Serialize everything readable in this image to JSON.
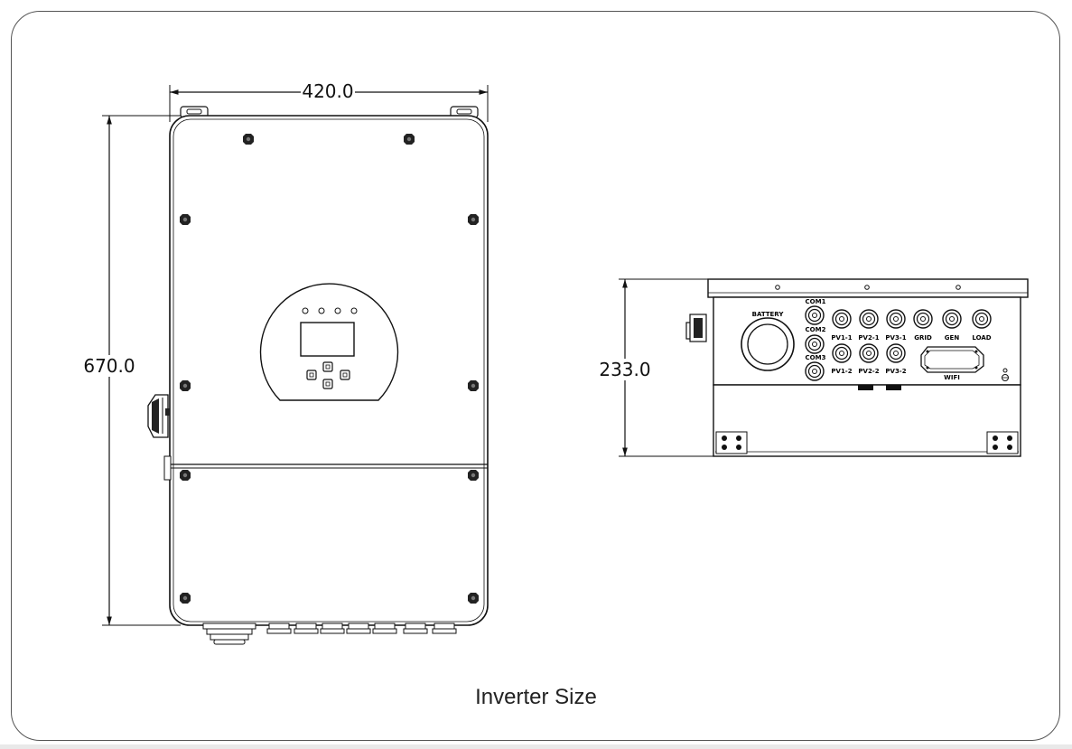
{
  "figure": {
    "width_dim": "420.0",
    "height_dim": "670.0",
    "depth_dim": "233.0",
    "caption": "Inverter Size"
  },
  "side_view_labels": {
    "battery": "BATTERY",
    "com1": "COM1",
    "com2": "COM2",
    "com3": "COM3",
    "pv1_1": "PV1-1",
    "pv2_1": "PV2-1",
    "pv3_1": "PV3-1",
    "grid": "GRID",
    "gen": "GEN",
    "load": "LOAD",
    "pv1_2": "PV1-2",
    "pv2_2": "PV2-2",
    "pv3_2": "PV3-2",
    "wifi": "WIFI"
  }
}
